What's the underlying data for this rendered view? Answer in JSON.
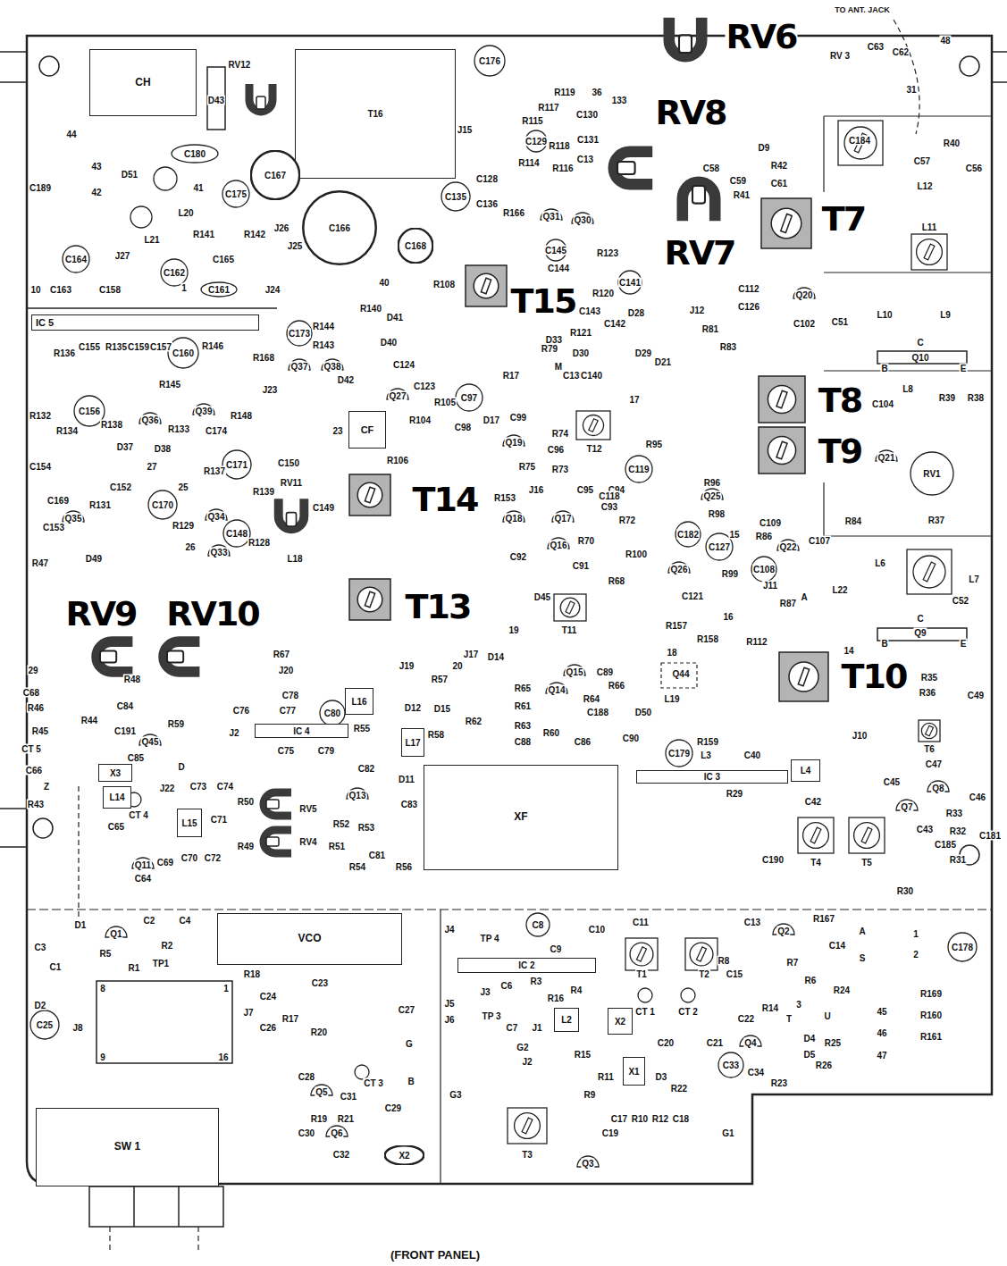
{
  "diagram": {
    "nodes": [
      {
        "text": [
          "CH"
        ]
      },
      {
        "text": [
          "T16"
        ]
      },
      {
        "text": [
          "C166"
        ]
      },
      {
        "text": [
          "C167"
        ]
      },
      {
        "text": [
          "C168"
        ]
      },
      {
        "text": [
          "IC 5"
        ]
      },
      {
        "text": [
          "CF"
        ]
      },
      {
        "text": [
          "L16"
        ]
      },
      {
        "text": [
          "L17"
        ]
      },
      {
        "text": [
          "IC 4"
        ]
      },
      {
        "text": [
          "XF"
        ]
      },
      {
        "text": [
          "IC 3"
        ]
      },
      {
        "text": [
          "L15"
        ]
      },
      {
        "text": [
          "X3"
        ]
      },
      {
        "text": [
          "L14"
        ]
      },
      {
        "text": [
          "L4"
        ]
      },
      {
        "text": [
          "VCO"
        ]
      },
      {
        "text": [
          "IC 2"
        ]
      },
      {
        "text": [
          "L2"
        ]
      },
      {
        "text": [
          "X2"
        ]
      },
      {
        "text": [
          "X1"
        ]
      },
      {
        "text": [
          "X2"
        ]
      },
      {
        "text": [
          "SW 1"
        ]
      }
    ],
    "labels": [
      "RV6",
      "RV8",
      "RV7",
      "T7",
      "T15",
      "T8",
      "T9",
      "T14",
      "T13",
      "RV9",
      "RV10",
      "T10",
      "TO ANT. JACK",
      "(FRONT PANEL)",
      "RV12",
      "D43",
      "C176",
      "C180",
      "44",
      "43",
      "42",
      "41",
      "D51",
      "L20",
      "L21",
      "C189",
      "C175",
      "R142",
      "R141",
      "C165",
      "J26",
      "J25",
      "C164",
      "J27",
      "C162",
      "C163",
      "C158",
      "C161",
      "10",
      "1",
      "J24",
      "J15",
      "R119",
      "36",
      "133",
      "R115",
      "R117",
      "C130",
      "C129",
      "C131",
      "C13",
      "R114",
      "R116",
      "R118",
      "C135",
      "C128",
      "C136",
      "R166",
      "Q31",
      "Q30",
      "C145",
      "R123",
      "C144",
      "C143",
      "R120",
      "C141",
      "C142",
      "R121",
      "R108",
      "C58",
      "C59",
      "R41",
      "R42",
      "D9",
      "C63",
      "C62",
      "RV 3",
      "31",
      "48",
      "R40",
      "C57",
      "C56",
      "L12",
      "C184",
      "L11",
      "C61",
      "C112",
      "C126",
      "Q20",
      "C102",
      "J12",
      "R81",
      "R83",
      "C51",
      "L10",
      "L9",
      "C",
      "Q10",
      "B",
      "E",
      "C104",
      "L8",
      "R39",
      "R38",
      "Q21",
      "RV1",
      "R84",
      "R37",
      "L6",
      "L7",
      "L22",
      "C52",
      "C",
      "Q9",
      "B",
      "E",
      "R35",
      "R36",
      "14",
      "C49",
      "T6",
      "C47",
      "J10",
      "Q8",
      "C46",
      "R33",
      "C45",
      "Q7",
      "R32",
      "C43",
      "C185",
      "R31",
      "C181",
      "T4",
      "T5",
      "C190",
      "R30",
      "C42",
      "C40",
      "R29",
      "L3",
      "R140",
      "40",
      "D41",
      "D40",
      "C173",
      "R144",
      "R143",
      "Q37",
      "Q38",
      "R168",
      "D42",
      "C124",
      "J23",
      "R146",
      "C160",
      "R145",
      "R136",
      "C155",
      "R135",
      "C159",
      "C157",
      "C156",
      "R132",
      "R134",
      "R138",
      "D37",
      "D38",
      "Q36",
      "R133",
      "Q39",
      "C174",
      "R148",
      "C152",
      "C154",
      "C169",
      "C153",
      "Q35",
      "R131",
      "C170",
      "R47",
      "D49",
      "Q34",
      "R129",
      "C148",
      "R128",
      "Q33",
      "26",
      "25",
      "27",
      "R137",
      "C171",
      "R139",
      "C150",
      "RV11",
      "C149",
      "L18",
      "23",
      "Q27",
      "C123",
      "R104",
      "R105",
      "R106",
      "C97",
      "C98",
      "D17",
      "R17",
      "C99",
      "R74",
      "C96",
      "R73",
      "C95",
      "C94",
      "Q19",
      "R75",
      "T12",
      "C119",
      "17",
      "R95",
      "R79",
      "C139",
      "C140",
      "D33",
      "D30",
      "D29",
      "D28",
      "D21",
      "M",
      "J16",
      "Q18",
      "Q17",
      "C118",
      "C93",
      "R72",
      "Q16",
      "R70",
      "R100",
      "R68",
      "C91",
      "C92",
      "R153",
      "T11",
      "Q25",
      "R96",
      "R98",
      "C182",
      "C127",
      "Q26",
      "R99",
      "C108",
      "Q22",
      "C107",
      "C109",
      "R86",
      "15",
      "J11",
      "R87",
      "C121",
      "A",
      "R157",
      "R158",
      "16",
      "18",
      "R112",
      "Q44",
      "L19",
      "D50",
      "R159",
      "C179",
      "D14",
      "19",
      "D45",
      "Q15",
      "C89",
      "R66",
      "Q14",
      "R64",
      "R65",
      "R61",
      "R63",
      "C88",
      "R60",
      "C86",
      "C188",
      "C90",
      "R62",
      "R57",
      "20",
      "J17",
      "J19",
      "D15",
      "D12",
      "R58",
      "R67",
      "J20",
      "C76",
      "C78",
      "C77",
      "J2",
      "C80",
      "R55",
      "C75",
      "C79",
      "C82",
      "C83",
      "Q13",
      "D11",
      "R52",
      "R53",
      "R51",
      "R54",
      "C81",
      "R56",
      "RV5",
      "RV4",
      "R50",
      "R49",
      "C71",
      "C72",
      "C70",
      "C74",
      "C73",
      "D",
      "J22",
      "Q11",
      "C64",
      "C65",
      "CT 4",
      "C69",
      "29",
      "C68",
      "R46",
      "R45",
      "CT 5",
      "C66",
      "R44",
      "R43",
      "Z",
      "C84",
      "C191",
      "Q45",
      "C85",
      "R59",
      "R48",
      "D1",
      "Q1",
      "C3",
      "C1",
      "R5",
      "R1",
      "TP1",
      "R2",
      "C2",
      "C4",
      "D2",
      "C25",
      "J8",
      "8",
      "1",
      "9",
      "16",
      "C26",
      "R18",
      "C23",
      "C24",
      "J7",
      "R17",
      "R20",
      "C27",
      "C28",
      "Q5",
      "C31",
      "CT 3",
      "G",
      "B",
      "R19",
      "R21",
      "C29",
      "C30",
      "Q6",
      "C32",
      "J4",
      "TP 4",
      "C8",
      "C9",
      "C10",
      "C11",
      "C6",
      "R3",
      "R4",
      "R16",
      "J3",
      "TP 3",
      "J5",
      "J6",
      "C7",
      "J1",
      "R15",
      "T1",
      "T2",
      "CT 1",
      "CT 2",
      "C20",
      "C21",
      "C22",
      "C13",
      "C15",
      "R8",
      "R11",
      "R9",
      "R10",
      "R12",
      "C17",
      "C18",
      "C19",
      "Q3",
      "T3",
      "J2",
      "G2",
      "G3",
      "G1",
      "Q2",
      "R167",
      "R6",
      "R7",
      "C14",
      "A",
      "S",
      "1",
      "2",
      "C178",
      "R24",
      "45",
      "46",
      "47",
      "R169",
      "R160",
      "R161",
      "Q4",
      "R14",
      "T",
      "3",
      "U",
      "D4",
      "D5",
      "R25",
      "R26",
      "C33",
      "C34",
      "R23",
      "D3",
      "R22"
    ]
  }
}
